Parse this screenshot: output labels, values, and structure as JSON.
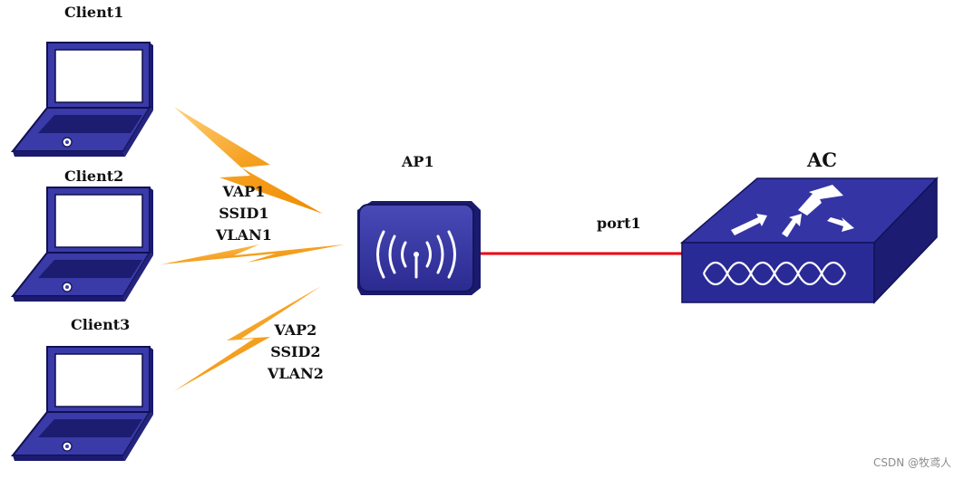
{
  "diagram": {
    "clients": [
      {
        "id": "client1",
        "label": "Client1"
      },
      {
        "id": "client2",
        "label": "Client2"
      },
      {
        "id": "client3",
        "label": "Client3"
      }
    ],
    "ap": {
      "label": "AP1"
    },
    "ac": {
      "label": "AC"
    },
    "link": {
      "label": "port1",
      "color": "#e8000b"
    },
    "vap_groups": [
      {
        "vap": "VAP1",
        "ssid": "SSID1",
        "vlan": "VLAN1"
      },
      {
        "vap": "VAP2",
        "ssid": "SSID2",
        "vlan": "VLAN2"
      }
    ],
    "colors": {
      "device_blue": "#3a3aa8",
      "device_dark": "#1a1a6e",
      "screen_white": "#ffffff",
      "wireless": "#f5a623"
    },
    "icons": [
      "laptop-icon",
      "access-point-icon",
      "controller-icon",
      "lightning-signal-icon"
    ]
  },
  "watermark": "CSDN @牧鸢人"
}
